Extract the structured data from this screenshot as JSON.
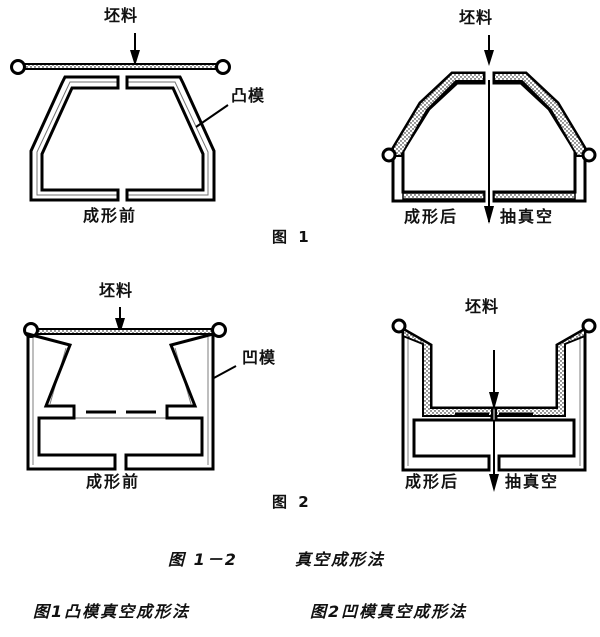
{
  "page": {
    "title": "图1－2　真空成形法",
    "background": "#ffffff",
    "ink": "#000000",
    "hatch": "#000000"
  },
  "figures": [
    {
      "id": "fig1",
      "number": "图 1",
      "caption": "图1凸模真空成形法",
      "panels": [
        {
          "id": "fig1-before",
          "state_label": "成形前",
          "callouts": [
            {
              "name": "blank",
              "text": "坯料"
            },
            {
              "name": "punch-die",
              "text": "凸模"
            }
          ],
          "vacuum_label": null
        },
        {
          "id": "fig1-after",
          "state_label": "成形后",
          "callouts": [
            {
              "name": "blank",
              "text": "坯料"
            }
          ],
          "vacuum_label": "抽真空"
        }
      ]
    },
    {
      "id": "fig2",
      "number": "图 2",
      "caption": "图2凹模真空成形法",
      "panels": [
        {
          "id": "fig2-before",
          "state_label": "成形前",
          "callouts": [
            {
              "name": "blank",
              "text": "坯料"
            },
            {
              "name": "cavity-die",
              "text": "凹模"
            }
          ],
          "vacuum_label": null
        },
        {
          "id": "fig2-after",
          "state_label": "成形后",
          "callouts": [
            {
              "name": "blank",
              "text": "坯料"
            }
          ],
          "vacuum_label": "抽真空"
        }
      ]
    }
  ],
  "main_caption": {
    "figure_number": "图 1－2",
    "title": "真空成形法"
  },
  "sub_captions": {
    "left": "图1凸模真空成形法",
    "right": "图2凹模真空成形法"
  },
  "terms": {
    "blank": "坯料",
    "punch_die": "凸模",
    "cavity_die": "凹模",
    "before_forming": "成形前",
    "after_forming": "成形后",
    "vacuum": "抽真空"
  }
}
